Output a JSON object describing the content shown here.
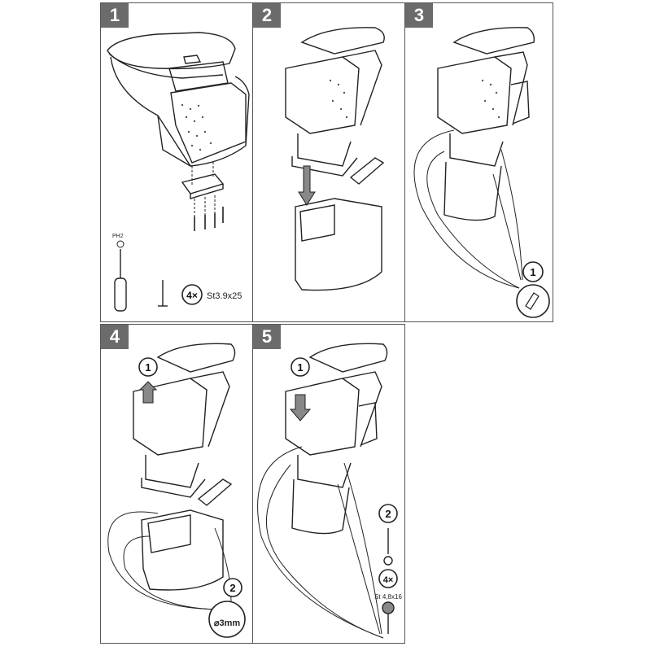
{
  "steps": [
    {
      "number": "1"
    },
    {
      "number": "2"
    },
    {
      "number": "3"
    },
    {
      "number": "4"
    },
    {
      "number": "5"
    }
  ],
  "step1": {
    "tool_label": "PH2",
    "quantity": "4×",
    "screw_spec": "St3.9x25"
  },
  "step3": {
    "callout": "1"
  },
  "step4": {
    "callout_top": "1",
    "callout_bottom": "2",
    "hole_size": "⌀3mm"
  },
  "step5": {
    "callout_top": "1",
    "callout_bottom": "2",
    "quantity": "4×",
    "screw_spec": "St 4,8x16"
  },
  "colors": {
    "badge": "#6b6b6b",
    "border": "#555555",
    "line": "#222222"
  }
}
